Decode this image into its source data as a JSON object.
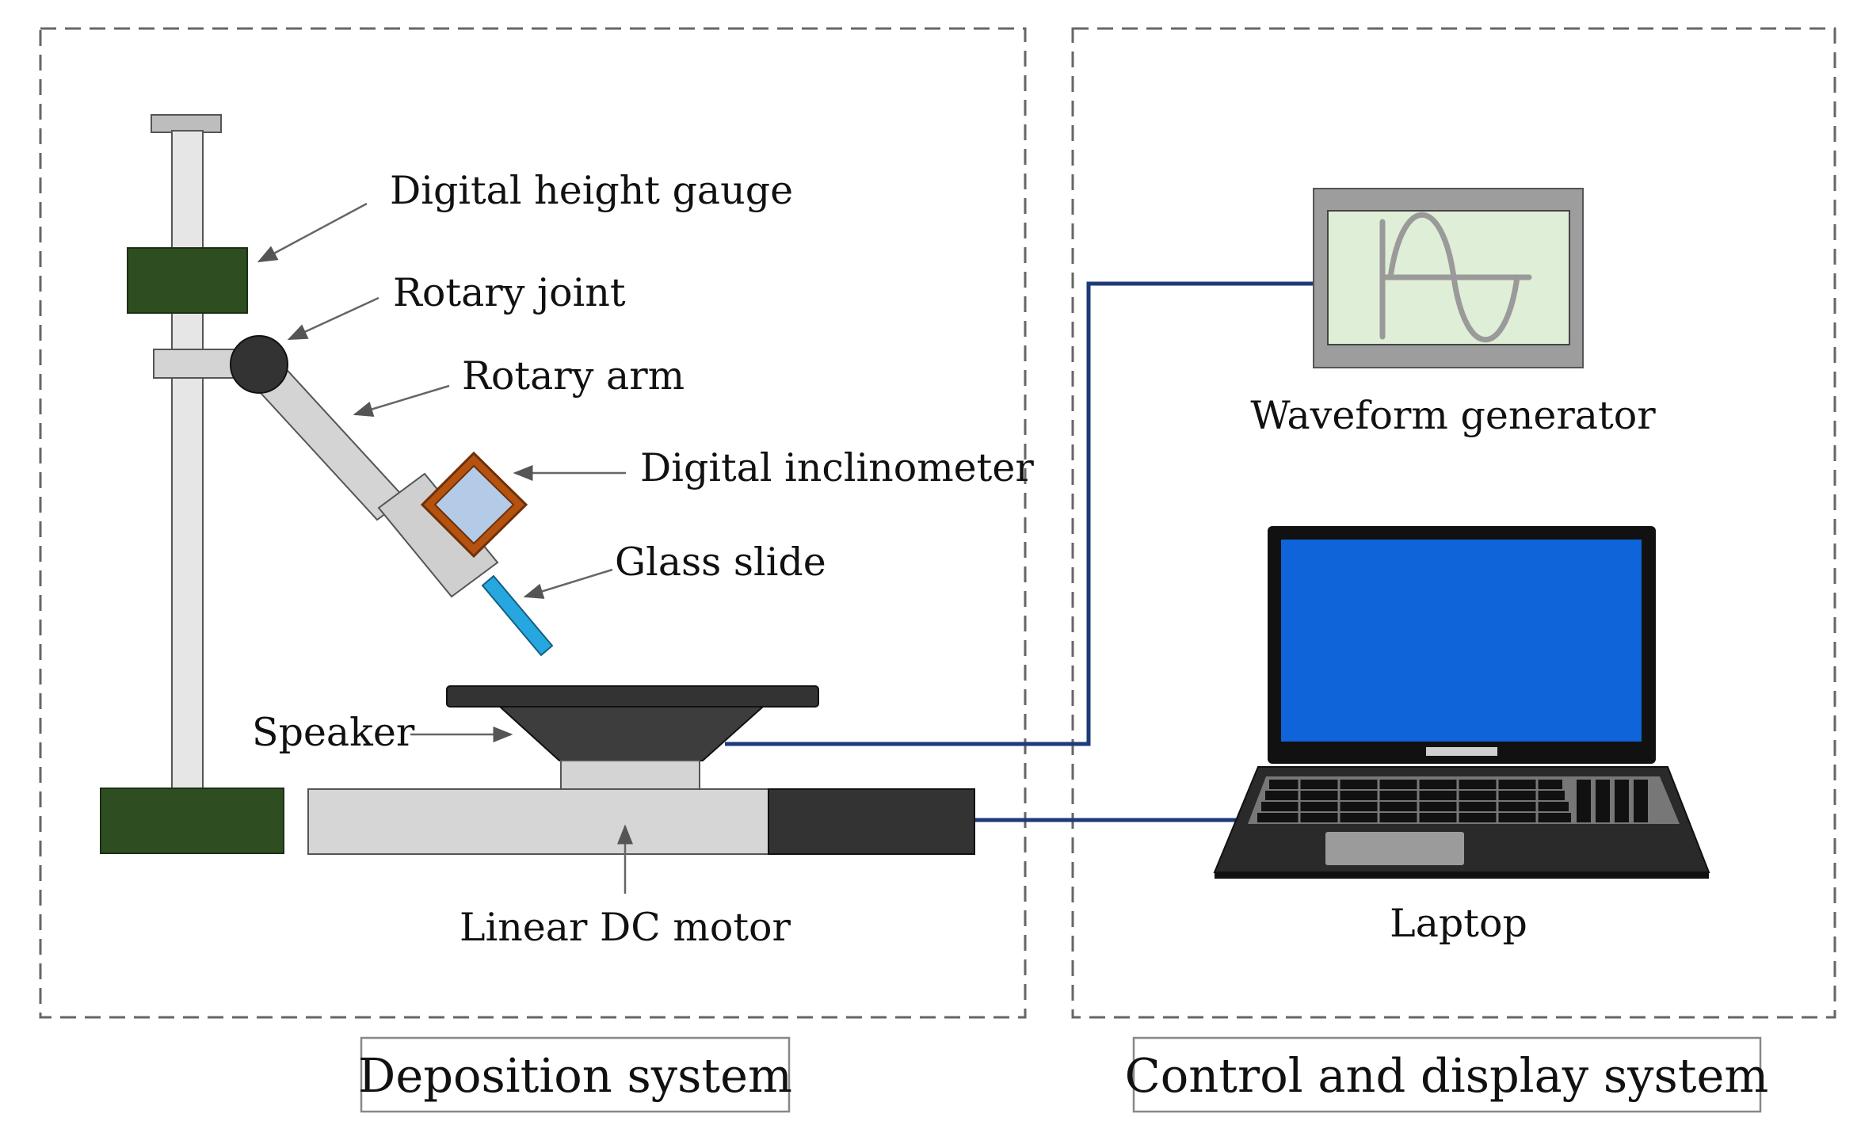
{
  "panels": {
    "deposition": {
      "caption": "Deposition system"
    },
    "control": {
      "caption": "Control and display system"
    }
  },
  "labels": {
    "digital_height_gauge": "Digital height gauge",
    "rotary_joint": "Rotary joint",
    "rotary_arm": "Rotary arm",
    "digital_inclinometer": "Digital inclinometer",
    "glass_slide": "Glass slide",
    "speaker": "Speaker",
    "linear_dc_motor": "Linear DC motor",
    "waveform_generator": "Waveform generator",
    "laptop": "Laptop"
  },
  "colors": {
    "cable": "#1f3a7a",
    "gauge_green": "#2e4e22",
    "laptop_screen": "#0e64d8",
    "waveform_screen": "#dfeed6",
    "inclinometer_frame": "#b5520f",
    "inclinometer_face": "#b4cbe8",
    "glass_slide": "#26a7e0"
  },
  "icons": {
    "waveform": "sine-wave-icon",
    "laptop": "laptop-icon"
  }
}
